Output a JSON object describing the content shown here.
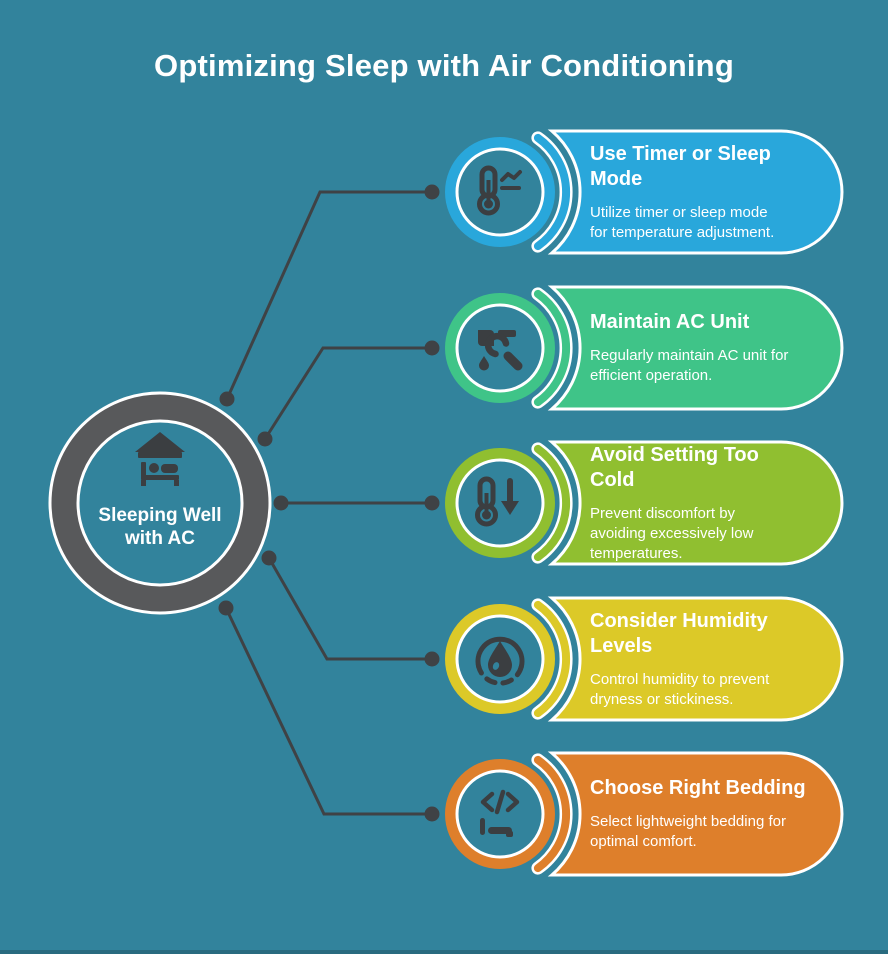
{
  "title": "Optimizing Sleep with Air Conditioning",
  "colors": {
    "background": "#32839C",
    "ink": "#3B3E41",
    "connector": "#3F4245",
    "hub_ring": "#58595B"
  },
  "hub": {
    "label": "Sleeping Well\nwith AC",
    "icon": "bed-under-roof-icon"
  },
  "items": [
    {
      "title": "Use Timer or Sleep\nMode",
      "description": "Utilize timer or sleep mode\nfor temperature adjustment.",
      "accent": "#29A7DB",
      "icon": "thermometer-trend-icon"
    },
    {
      "title": "Maintain AC Unit",
      "description": "Regularly maintain AC unit for\nefficient operation.",
      "accent": "#3FC488",
      "icon": "wrench-maintenance-icon"
    },
    {
      "title": "Avoid Setting Too\nCold",
      "description": "Prevent discomfort by\navoiding excessively low\ntemperatures.",
      "accent": "#90BF30",
      "icon": "thermometer-down-icon"
    },
    {
      "title": "Consider Humidity\nLevels",
      "description": "Control humidity to prevent\ndryness or stickiness.",
      "accent": "#DCC928",
      "icon": "water-drop-humidity-icon"
    },
    {
      "title": "Choose Right Bedding",
      "description": "Select lightweight bedding for\noptimal comfort.",
      "accent": "#DE7F2B",
      "icon": "code-bedding-icon"
    }
  ]
}
